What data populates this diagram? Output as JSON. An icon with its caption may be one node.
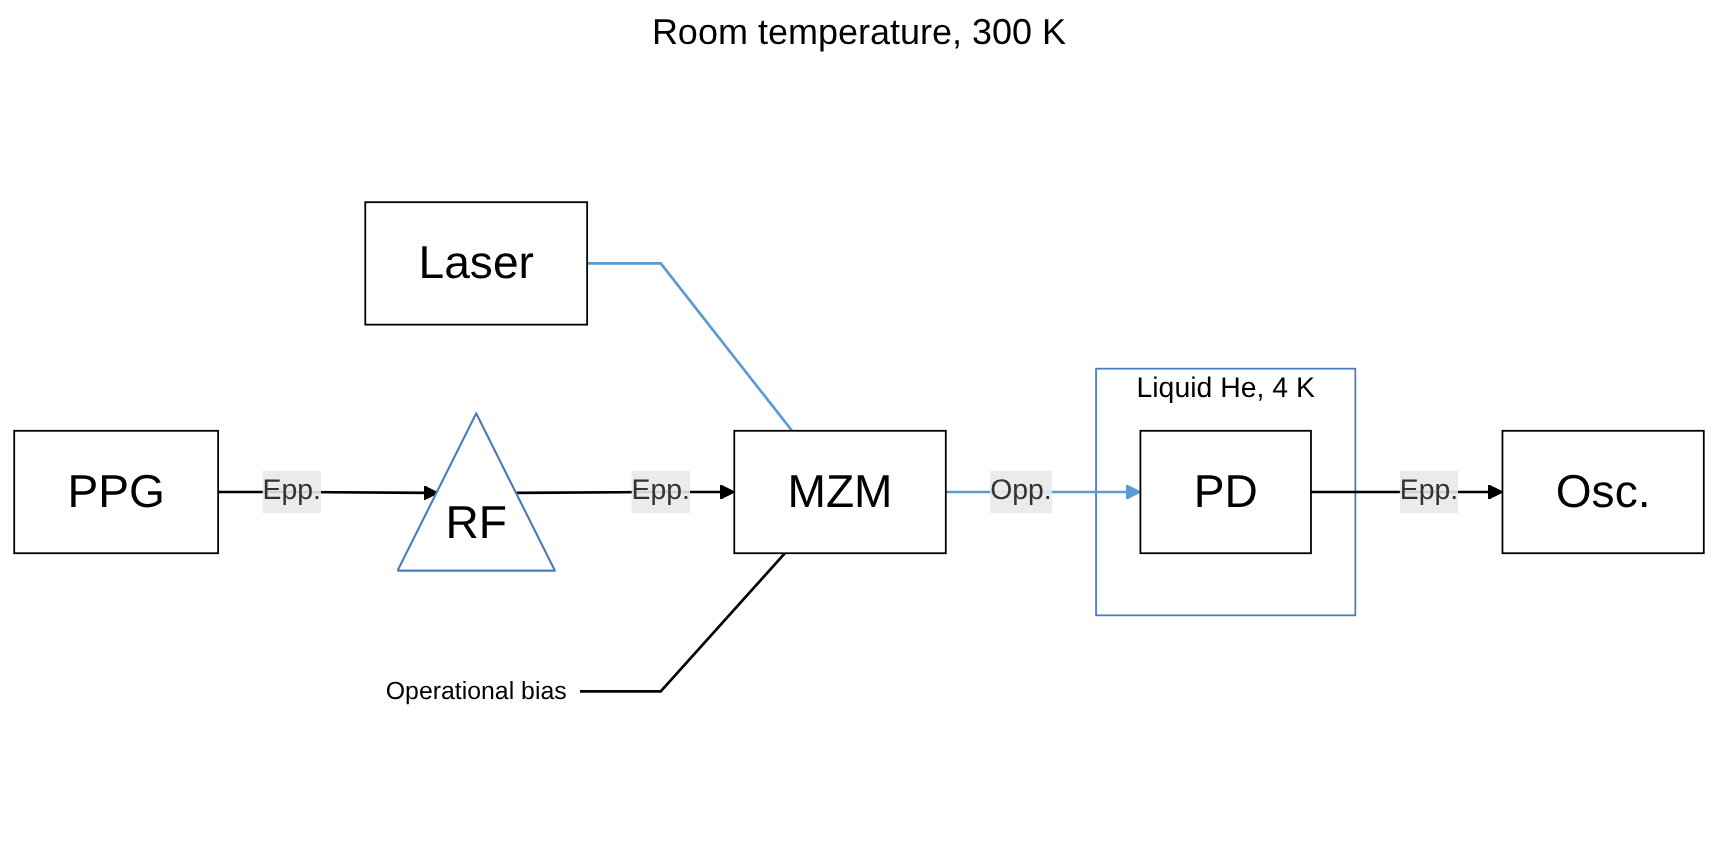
{
  "diagram": {
    "nodes": [
      {
        "text": [
          "Liquid He, 4 K"
        ]
      },
      {
        "text": [
          "Laser"
        ]
      },
      {
        "text": [
          "MZM"
        ]
      },
      {
        "text": [
          "PD"
        ],
        "in": 0
      },
      {
        "text": [
          "PPG"
        ]
      },
      {
        "text": [
          "RF"
        ]
      },
      {
        "text": [
          "Osc."
        ]
      },
      {
        "text": [
          "Operational bias"
        ]
      }
    ],
    "edges": [
      {
        "from": 1,
        "to": 2,
        "arrow": "none",
        "color": "#5b9bd5"
      },
      {
        "from": 2,
        "to": 3,
        "arrow": "to",
        "label": "Opp.",
        "color": "#5b9bd5"
      },
      {
        "from": 4,
        "to": 5,
        "arrow": "to",
        "label": "Epp."
      },
      {
        "from": 5,
        "to": 2,
        "arrow": "to",
        "label": "Epp."
      },
      {
        "from": 7,
        "to": 2,
        "arrow": "none"
      },
      {
        "from": 3,
        "to": 6,
        "arrow": "to",
        "label": "Epp."
      }
    ],
    "labels": [
      "Room temperature, 300 K"
    ]
  }
}
